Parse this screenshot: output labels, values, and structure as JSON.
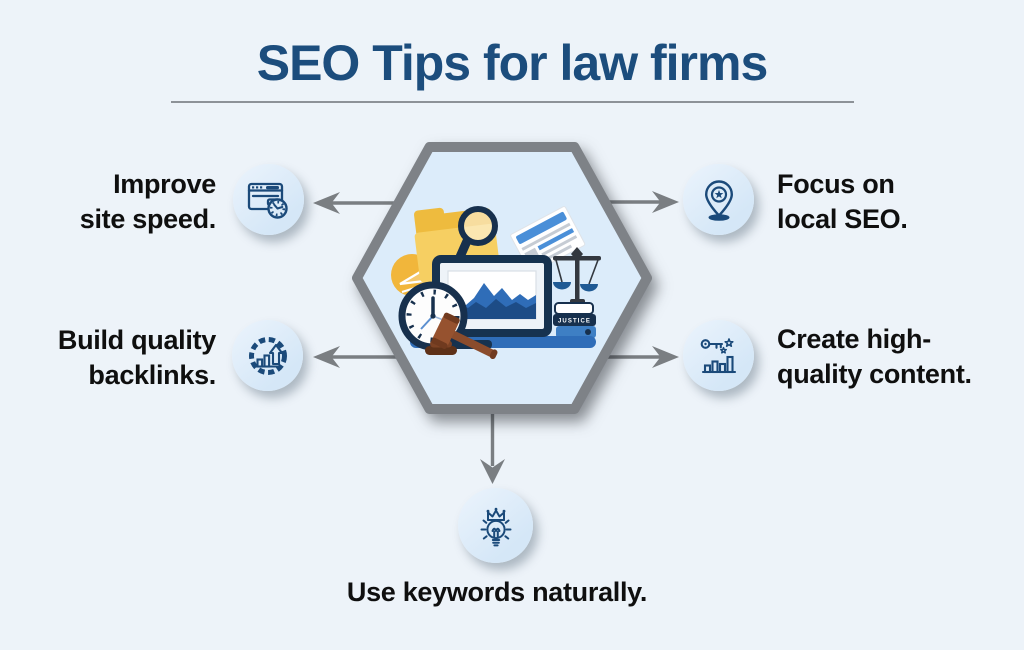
{
  "title": {
    "text": "SEO Tips for law firms"
  },
  "tips": {
    "top_left": {
      "line1": "Improve",
      "line2": "site speed.",
      "icon": "browser-speed-icon"
    },
    "mid_left": {
      "line1": "Build quality",
      "line2": "backlinks.",
      "icon": "chain-growth-icon"
    },
    "top_right": {
      "line1": "Focus on",
      "line2": "local SEO.",
      "icon": "location-pin-star-icon"
    },
    "mid_right": {
      "line1": "Create high-",
      "line2": "quality content.",
      "icon": "key-stars-chart-icon"
    },
    "bottom": {
      "line1": "Use keywords naturally.",
      "icon": "crowned-bulb-icon"
    }
  },
  "center_illustration": {
    "book_spine_label": "JUSTICE"
  },
  "colors": {
    "background": "#edf3f9",
    "title_navy": "#1c4d7d",
    "icon_stroke_navy": "#1b4a7a",
    "icon_circle_fill": "#dcebf8",
    "arrow_gray": "#7a7e82",
    "hexagon_fill": "#dcecfa",
    "hexagon_border": "#7e8287",
    "tip_text_black": "#0f0f0f",
    "laptop_navy": "#16324f",
    "chart_blue": "#2f6db8",
    "chart_dark_blue": "#1d4c86",
    "folder_yellow": "#eebb3e",
    "gavel_brown": "#8b4c2c"
  }
}
